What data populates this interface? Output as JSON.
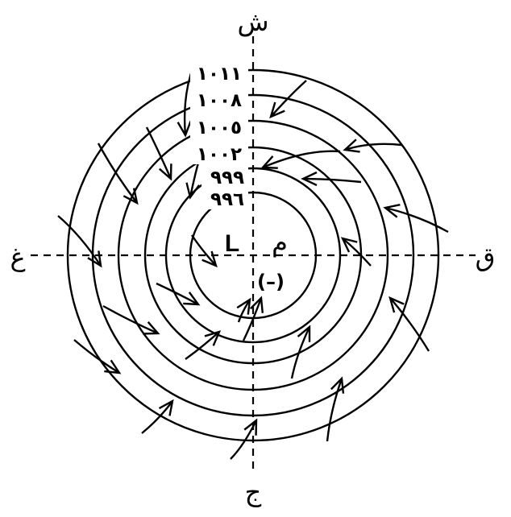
{
  "directions": {
    "north": "ش",
    "south": "ج",
    "east": "ق",
    "west": "غ"
  },
  "isobars": [
    "١٠١١",
    "١٠٠٨",
    "١٠٠٥",
    "١٠٠٢",
    "٩٩٩",
    "٩٩٦"
  ],
  "center": {
    "symbol": "L",
    "arabic_letter": "م",
    "sign": "(–)"
  },
  "colors": {
    "ink": "#000000",
    "background": "#ffffff"
  }
}
